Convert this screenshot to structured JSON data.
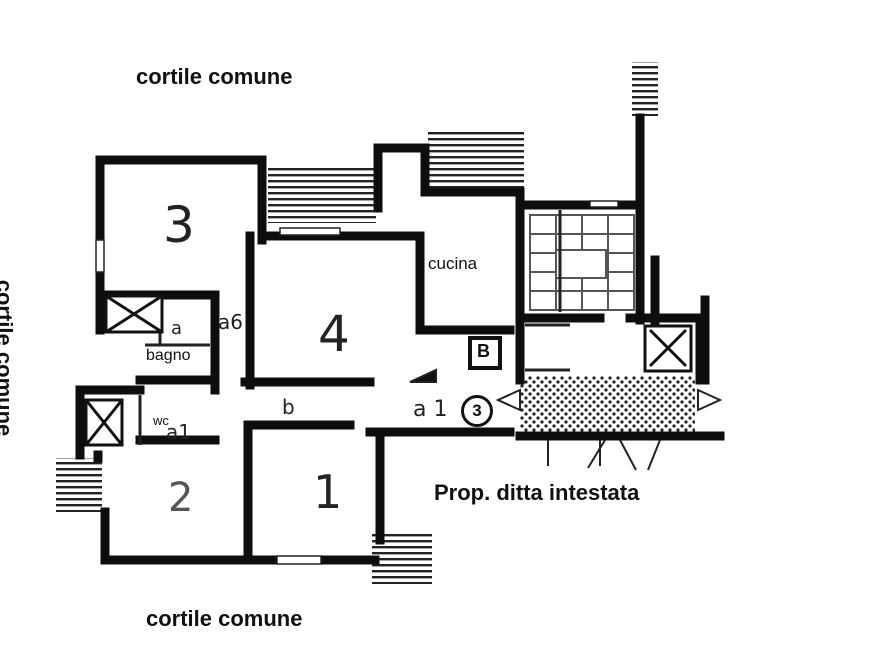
{
  "labels": {
    "cortile_top": "cortile comune",
    "cortile_left": "cortile comune",
    "cortile_bottom": "cortile comune",
    "prop": "Prop. ditta intestata",
    "cucina": "cucina",
    "bagno": "bagno",
    "wc": "wc",
    "b_box": "B",
    "room_3": "3",
    "room_4": "4",
    "room_1": "1",
    "room_2": "2",
    "ann_a": "a",
    "ann_a6": "a6",
    "ann_b": "b",
    "ann_a1": "a1",
    "ann_a1_ingresso": "a 1",
    "unit_number": "3"
  }
}
